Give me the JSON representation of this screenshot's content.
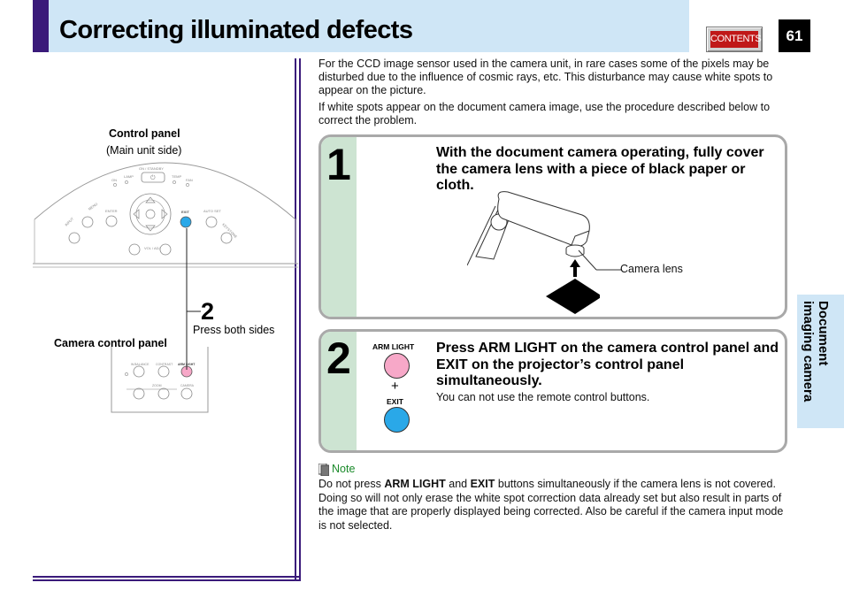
{
  "header": {
    "title": "Correcting illuminated defects",
    "contents_label": "CONTENTS",
    "page_number": "61"
  },
  "side_tab": {
    "line1": "Document",
    "line2": "imaging camera"
  },
  "figure": {
    "control_panel_title": "Control panel",
    "control_panel_subtitle": "(Main unit side)",
    "camera_panel_title": "Camera control panel",
    "callout_number": "2",
    "callout_text": "Press both sides",
    "panel_labels": {
      "on_standby": "ON / STANDBY",
      "on": "ON",
      "lamp": "LAMP",
      "temp": "TEMP",
      "fan": "FAN",
      "menu": "MENU",
      "enter": "ENTER",
      "input": "INPUT",
      "exit": "EXIT",
      "auto_set": "AUTO SET",
      "keystone": "KEYSTONE",
      "vol_adj": "VOL / ADJ",
      "w_balance": "W.BALANCE",
      "contrast": "CONTRAST",
      "arm_light": "ARM LIGHT",
      "zoom": "ZOOM",
      "camera": "CAMERA"
    }
  },
  "intro": {
    "para1": "For the CCD image sensor used in the camera unit, in rare cases some of the pixels may be disturbed due to the influence of cosmic rays, etc. This disturbance may cause white spots to appear on the picture.",
    "para2": "If white spots appear on the document camera image, use the procedure described below to correct the problem."
  },
  "steps": [
    {
      "number": "1",
      "heading": "With the document camera operating, fully cover the camera lens with a piece of black paper or cloth.",
      "callout": "Camera lens"
    },
    {
      "number": "2",
      "heading": "Press ARM LIGHT on the camera control panel and EXIT on the projector’s control panel simultaneously.",
      "sub": "You can not use the remote control buttons.",
      "button_top_label": "ARM LIGHT",
      "plus": "+",
      "button_bottom_label": "EXIT",
      "button_top_color": "#f7a8c8",
      "button_bottom_color": "#2aa8e8"
    }
  ],
  "note": {
    "label": "Note",
    "text_parts": [
      "Do not press ",
      "ARM LIGHT",
      " and ",
      "EXIT",
      " buttons simultaneously if the camera lens is not covered. Doing so will not only erase the white spot correction data already set but also result in parts of the image that are properly displayed being corrected. Also be careful if the camera input mode is not selected."
    ]
  },
  "colors": {
    "header_bg": "#cfe6f6",
    "accent": "#3a1a7a",
    "step_strip": "#cde4d2",
    "note_green": "#1a8a2a",
    "contents_red": "#c01818"
  }
}
